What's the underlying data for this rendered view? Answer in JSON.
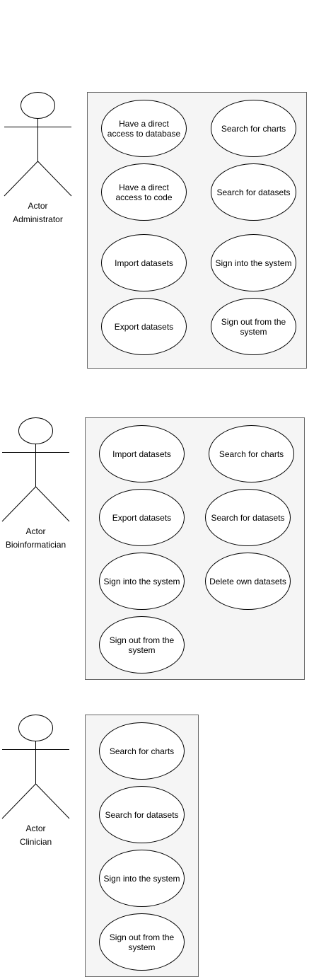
{
  "actors": [
    {
      "role": "Actor",
      "name": "Administrator"
    },
    {
      "role": "Actor",
      "name": "Bioinformatician"
    },
    {
      "role": "Actor",
      "name": "Clinician"
    }
  ],
  "systems": [
    {
      "use_cases": [
        "Have a direct access to database",
        "Search for charts",
        "Have a direct access to code",
        "Search for datasets",
        "Import datasets",
        "Sign into the system",
        "Export datasets",
        "Sign out from the system"
      ]
    },
    {
      "use_cases": [
        "Import datasets",
        "Search for charts",
        "Export datasets",
        "Search for datasets",
        "Sign into the system",
        "Delete own datasets",
        "Sign out from the system"
      ]
    },
    {
      "use_cases": [
        "Search for charts",
        "Search for datasets",
        "Sign into the system",
        "Sign out from the system"
      ]
    }
  ]
}
